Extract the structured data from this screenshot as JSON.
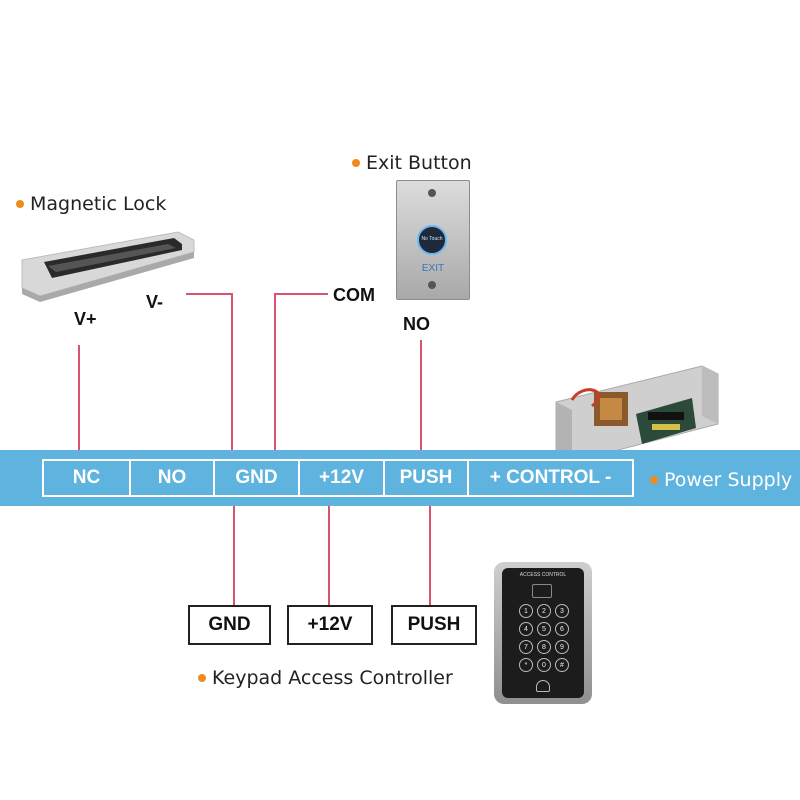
{
  "colors": {
    "strip": "#5fb3df",
    "wire": "#d9536b",
    "bullet": "#f08a1c"
  },
  "components": {
    "magnetic_lock": {
      "label": "Magnetic Lock",
      "pin_vplus": "V+",
      "pin_vminus": "V-"
    },
    "exit_button": {
      "label": "Exit Button",
      "pin_com": "COM",
      "pin_no": "NO",
      "face_text": "EXIT",
      "sensor_text": "No Touch"
    },
    "power_supply": {
      "label": "Power Supply"
    },
    "keypad": {
      "label": "Keypad Access Controller",
      "header_text": "ACCESS CONTROL",
      "keys": [
        "1",
        "2",
        "3",
        "4",
        "5",
        "6",
        "7",
        "8",
        "9",
        "*",
        "0",
        "#"
      ]
    }
  },
  "terminals": [
    "NC",
    "NO",
    "GND",
    "+12V",
    "PUSH",
    "+ CONTROL -"
  ],
  "keypad_terminals": [
    "GND",
    "+12V",
    "PUSH"
  ]
}
